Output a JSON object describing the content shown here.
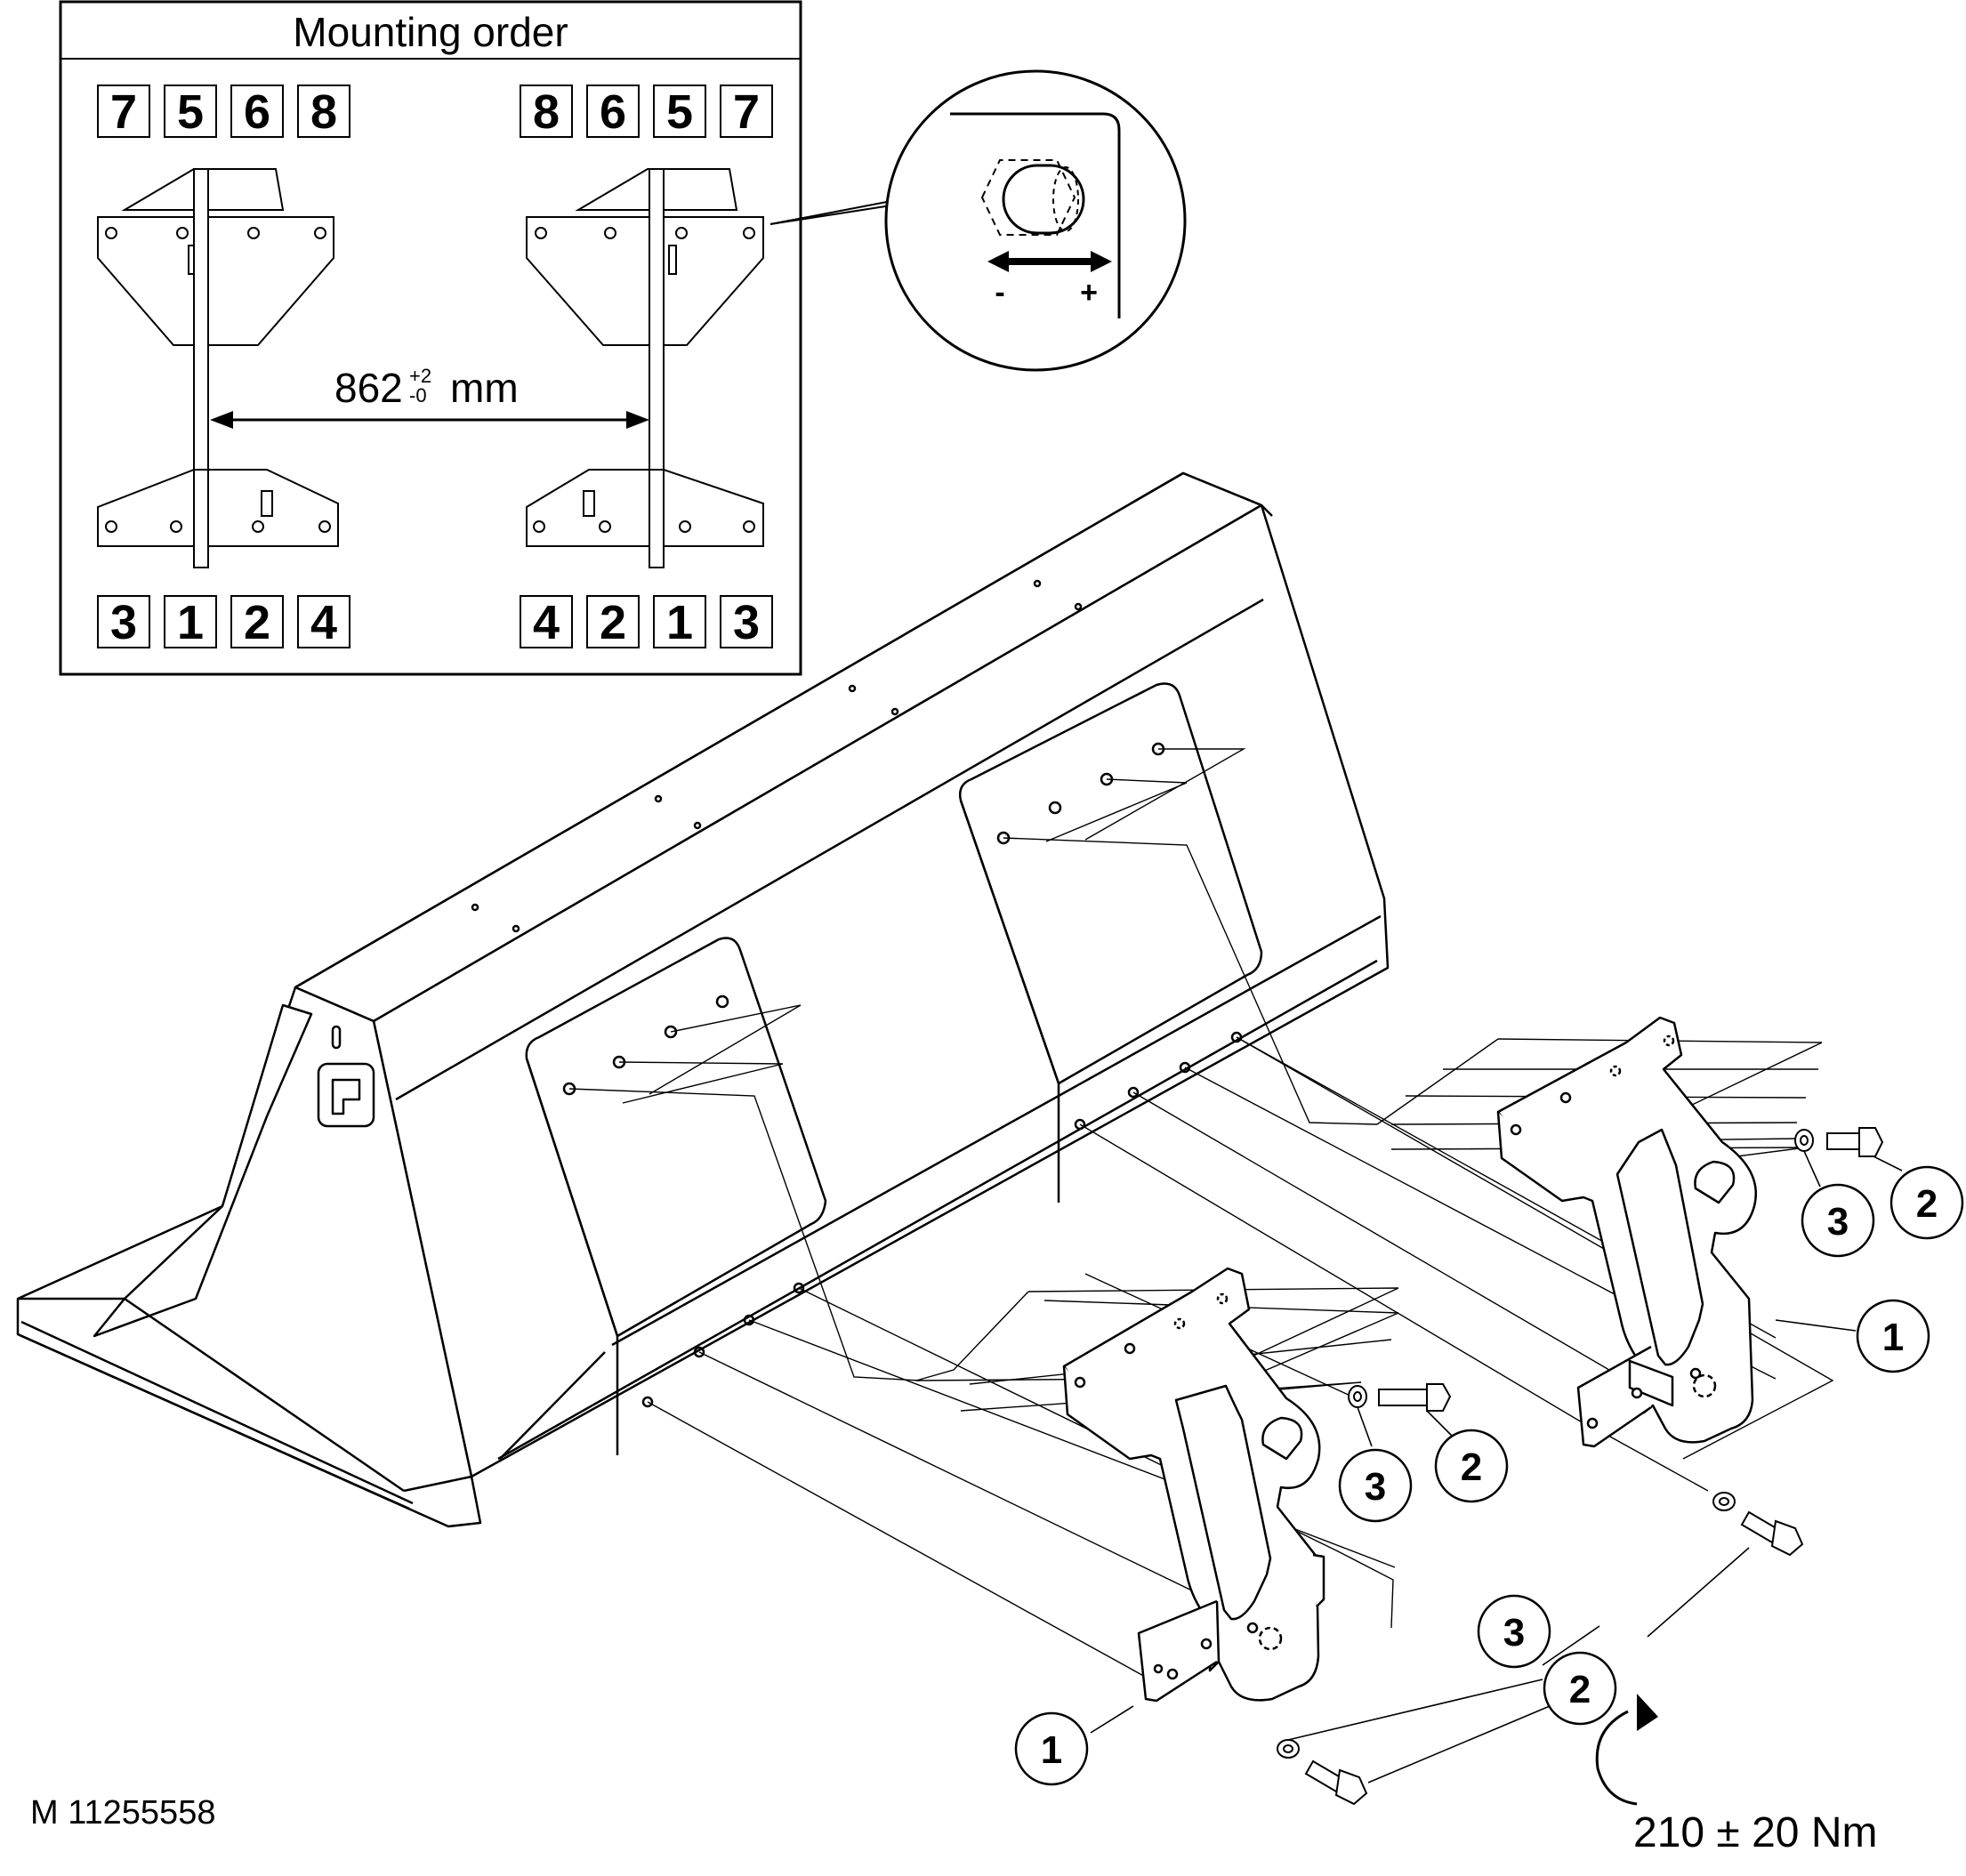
{
  "inset": {
    "title": "Mounting order",
    "top_left_order": [
      "7",
      "5",
      "6",
      "8"
    ],
    "top_right_order": [
      "8",
      "6",
      "5",
      "7"
    ],
    "bottom_left_order": [
      "3",
      "1",
      "2",
      "4"
    ],
    "bottom_right_order": [
      "4",
      "2",
      "1",
      "3"
    ],
    "dimension": {
      "value": "862",
      "tol_upper": "+2",
      "tol_lower": "-0",
      "unit": "mm"
    }
  },
  "detail": {
    "minus": "-",
    "plus": "+"
  },
  "callouts": {
    "bracket": "1",
    "bolt": "2",
    "washer": "3"
  },
  "torque": "210 ± 20 Nm",
  "drawing_id": "M 11255558"
}
